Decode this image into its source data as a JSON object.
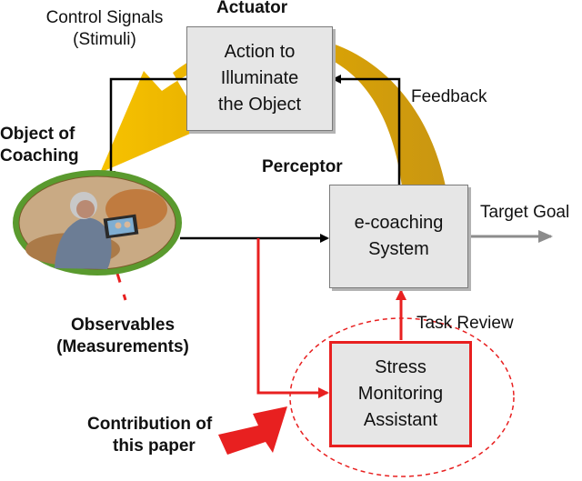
{
  "labels": {
    "actuator": "Actuator",
    "control_signals_line1": "Control Signals",
    "control_signals_line2": "(Stimuli)",
    "object_line1": "Object of",
    "object_line2": "Coaching",
    "perceptor": "Perceptor",
    "feedback": "Feedback",
    "target_goal": "Target Goal",
    "task_review": "Task Review",
    "observables_line1": "Observables",
    "observables_line2": "(Measurements)",
    "contribution_line1": "Contribution of",
    "contribution_line2": "this paper"
  },
  "boxes": {
    "action": [
      "Action to",
      "Illuminate",
      "the Object"
    ],
    "ecoaching": [
      "e-coaching",
      "System"
    ],
    "stress": [
      "Stress",
      "Monitoring",
      "Assistant"
    ]
  },
  "colors": {
    "arc_gold": "#d4a017",
    "arc_yellow": "#f7c200",
    "red": "#e82020",
    "gray_arrow": "#8c8c8c",
    "box_fill": "#e6e6e6"
  }
}
